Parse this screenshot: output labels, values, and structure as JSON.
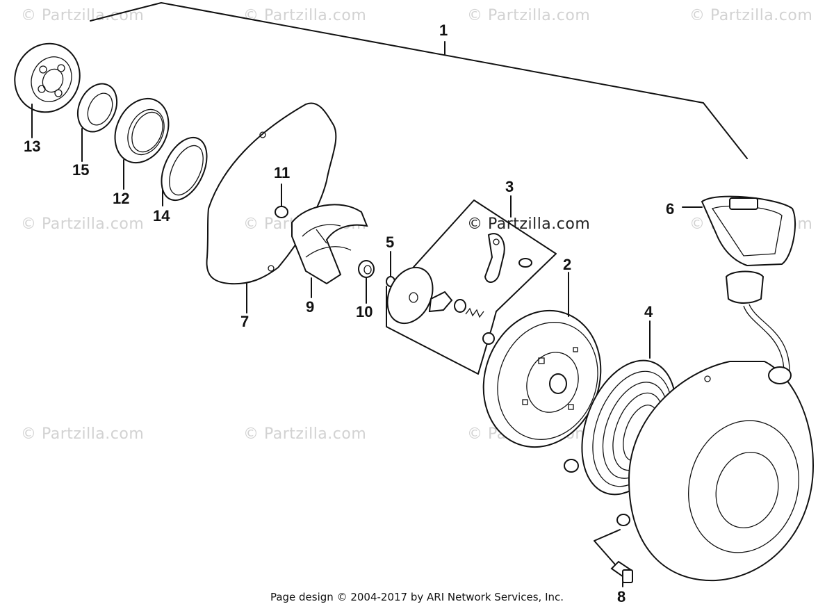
{
  "watermarks": {
    "brand": "© Partzilla.com"
  },
  "callouts": {
    "c1": "1",
    "c2": "2",
    "c3": "3",
    "c4": "4",
    "c5": "5",
    "c6": "6",
    "c7": "7",
    "c8": "8",
    "c9": "9",
    "c10": "10",
    "c11": "11",
    "c12": "12",
    "c13": "13",
    "c14": "14",
    "c15": "15"
  },
  "footer": {
    "text": "Page design © 2004-2017 by ARI Network Services, Inc."
  }
}
